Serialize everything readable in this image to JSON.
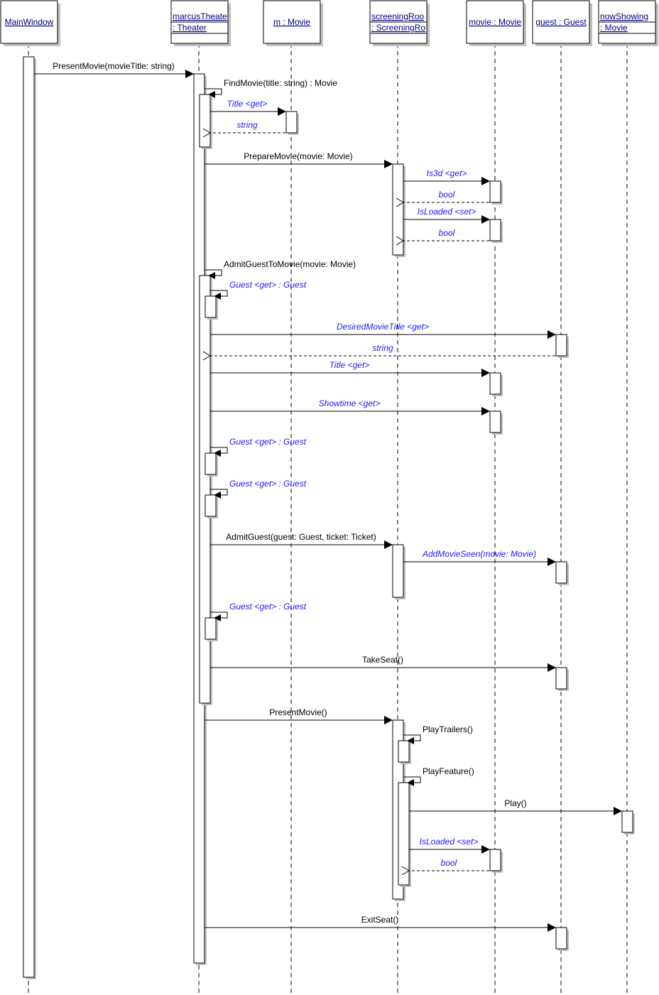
{
  "diagram": {
    "type": "UML sequence diagram",
    "colors": {
      "line": "#000000",
      "shadow": "#c0c0c0",
      "object_text": "#000080",
      "property_message_text": "#1a1aff",
      "method_message_text": "#000000",
      "background": "#ffffff"
    },
    "objects": [
      {
        "id": "mainWindow",
        "lines": [
          "MainWindow"
        ]
      },
      {
        "id": "marcusTheater",
        "lines": [
          "marcusTheate",
          ": Theater"
        ]
      },
      {
        "id": "m",
        "lines": [
          "m : Movie"
        ]
      },
      {
        "id": "screeningRoom",
        "lines": [
          "screeningRoo",
          ": ScreeningRo"
        ]
      },
      {
        "id": "movie",
        "lines": [
          "movie : Movie"
        ]
      },
      {
        "id": "guest",
        "lines": [
          "guest : Guest"
        ]
      },
      {
        "id": "nowShowing",
        "lines": [
          "nowShowing",
          ": Movie"
        ]
      }
    ],
    "messages": [
      {
        "from": "mainWindow",
        "to": "marcusTheater",
        "kind": "call",
        "style": "method",
        "label": "PresentMovie(movieTitle: string)"
      },
      {
        "from": "marcusTheater",
        "to": "marcusTheater",
        "kind": "self",
        "style": "method",
        "label": "FindMovie(title: string) : Movie"
      },
      {
        "from": "marcusTheater",
        "to": "m",
        "kind": "call",
        "style": "property",
        "label": "Title <get>"
      },
      {
        "from": "m",
        "to": "marcusTheater",
        "kind": "return",
        "style": "property",
        "label": "string"
      },
      {
        "from": "marcusTheater",
        "to": "screeningRoom",
        "kind": "call",
        "style": "method",
        "label": "PrepareMovie(movie: Movie)"
      },
      {
        "from": "screeningRoom",
        "to": "movie",
        "kind": "call",
        "style": "property",
        "label": "Is3d <get>"
      },
      {
        "from": "movie",
        "to": "screeningRoom",
        "kind": "return",
        "style": "property",
        "label": "bool"
      },
      {
        "from": "screeningRoom",
        "to": "movie",
        "kind": "call",
        "style": "property",
        "label": "IsLoaded <set>"
      },
      {
        "from": "movie",
        "to": "screeningRoom",
        "kind": "return",
        "style": "property",
        "label": "bool"
      },
      {
        "from": "marcusTheater",
        "to": "marcusTheater",
        "kind": "self",
        "style": "method",
        "label": "AdmitGuestToMovie(movie: Movie)"
      },
      {
        "from": "marcusTheater",
        "to": "marcusTheater",
        "kind": "self",
        "style": "property",
        "label": "Guest <get> : Guest"
      },
      {
        "from": "marcusTheater",
        "to": "guest",
        "kind": "call",
        "style": "property",
        "label": "DesiredMovieTitle <get>"
      },
      {
        "from": "guest",
        "to": "marcusTheater",
        "kind": "return",
        "style": "property",
        "label": "string"
      },
      {
        "from": "marcusTheater",
        "to": "movie",
        "kind": "call",
        "style": "property",
        "label": "Title <get>"
      },
      {
        "from": "marcusTheater",
        "to": "movie",
        "kind": "call",
        "style": "property",
        "label": "Showtime <get>"
      },
      {
        "from": "marcusTheater",
        "to": "marcusTheater",
        "kind": "self",
        "style": "property",
        "label": "Guest <get> : Guest"
      },
      {
        "from": "marcusTheater",
        "to": "marcusTheater",
        "kind": "self",
        "style": "property",
        "label": "Guest <get> : Guest"
      },
      {
        "from": "marcusTheater",
        "to": "screeningRoom",
        "kind": "call",
        "style": "method",
        "label": "AdmitGuest(guest: Guest, ticket: Ticket)"
      },
      {
        "from": "screeningRoom",
        "to": "guest",
        "kind": "call",
        "style": "property",
        "label": "AddMovieSeen(movie: Movie)"
      },
      {
        "from": "marcusTheater",
        "to": "marcusTheater",
        "kind": "self",
        "style": "property",
        "label": "Guest <get> : Guest"
      },
      {
        "from": "marcusTheater",
        "to": "guest",
        "kind": "call",
        "style": "method",
        "label": "TakeSeat()"
      },
      {
        "from": "marcusTheater",
        "to": "screeningRoom",
        "kind": "call",
        "style": "method",
        "label": "PresentMovie()"
      },
      {
        "from": "screeningRoom",
        "to": "screeningRoom",
        "kind": "self",
        "style": "method",
        "label": "PlayTrailers()"
      },
      {
        "from": "screeningRoom",
        "to": "screeningRoom",
        "kind": "self",
        "style": "method",
        "label": "PlayFeature()"
      },
      {
        "from": "screeningRoom",
        "to": "nowShowing",
        "kind": "call",
        "style": "method",
        "label": "Play()"
      },
      {
        "from": "screeningRoom",
        "to": "movie",
        "kind": "call",
        "style": "property",
        "label": "IsLoaded <set>"
      },
      {
        "from": "movie",
        "to": "screeningRoom",
        "kind": "return",
        "style": "property",
        "label": "bool"
      },
      {
        "from": "marcusTheater",
        "to": "guest",
        "kind": "call",
        "style": "method",
        "label": "ExitSeat()"
      }
    ]
  }
}
